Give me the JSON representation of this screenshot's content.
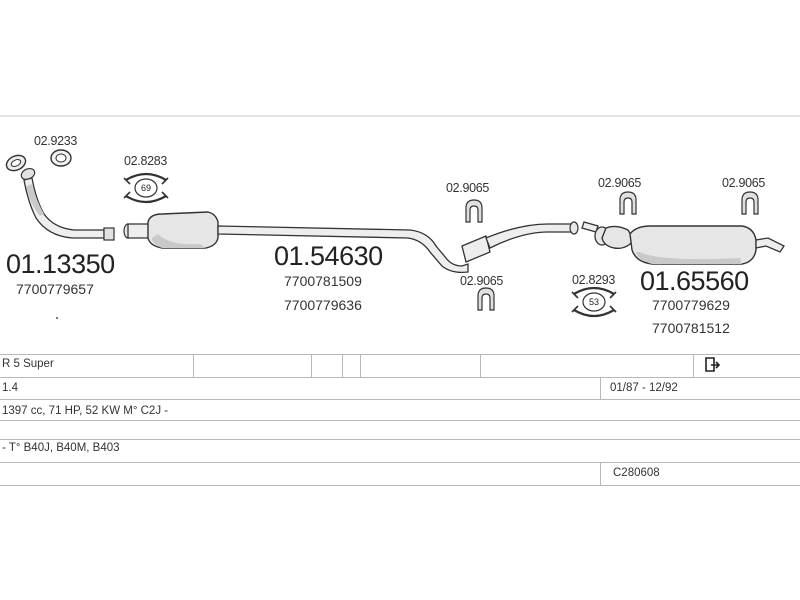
{
  "parts": {
    "gasket_top": "02.9233",
    "front_pipe": "01.13350",
    "front_pipe_oem": "7700779657",
    "clamp_front": "02.8283",
    "clamp_front_badge": "69",
    "middle_box": "01.54630",
    "middle_box_oem_1": "7700781509",
    "middle_box_oem_2": "7700779636",
    "hanger_mid_top": "02.9065",
    "hanger_mid_bottom": "02.9065",
    "clamp_rear": "02.8293",
    "clamp_rear_badge": "53",
    "hanger_rear_1": "02.9065",
    "hanger_rear_2": "02.9065",
    "rear_box": "01.65560",
    "rear_box_oem_1": "7700779629",
    "rear_box_oem_2": "7700781512"
  },
  "vehicle": {
    "model": "R 5 Super",
    "engine": "1.4",
    "years": "01/87 - 12/92",
    "specs": "1397 cc, 71 HP, 52 KW M° C2J -",
    "types": "- T° B40J, B40M, B403",
    "code": "C280608"
  },
  "icons": {
    "page_icon": "document-arrow-icon"
  }
}
